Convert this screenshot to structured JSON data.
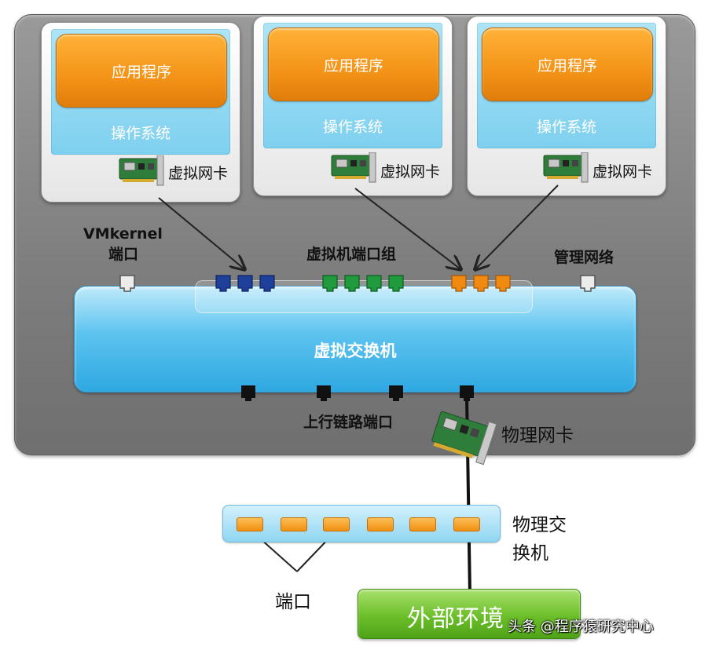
{
  "vms": [
    {
      "app": "应用程序",
      "os": "操作系统",
      "nic": "虚拟网卡"
    },
    {
      "app": "应用程序",
      "os": "操作系统",
      "nic": "虚拟网卡"
    },
    {
      "app": "应用程序",
      "os": "操作系统",
      "nic": "虚拟网卡"
    }
  ],
  "labels": {
    "vmkernel_line1": "VMkernel",
    "vmkernel_line2": "端口",
    "vm_port_group": "虚拟机端口组",
    "mgmt_network": "管理网络",
    "vswitch": "虚拟交换机",
    "uplink_ports": "上行链路端口",
    "physical_nic": "物理网卡",
    "physical_switch_line1": "物理交",
    "physical_switch_line2": "换机",
    "ports": "端口",
    "external": "外部环境",
    "watermark": "头条 @程序猿研究中心"
  },
  "colors": {
    "port_group_1": "#1e3f9a",
    "port_group_2": "#1f9a3c",
    "port_group_3": "#f08a10",
    "vmkernel_port": "#e8e8e8",
    "uplink_port": "#111111"
  },
  "icons": {
    "nic": "network-card-icon",
    "port": "ethernet-port-icon"
  }
}
